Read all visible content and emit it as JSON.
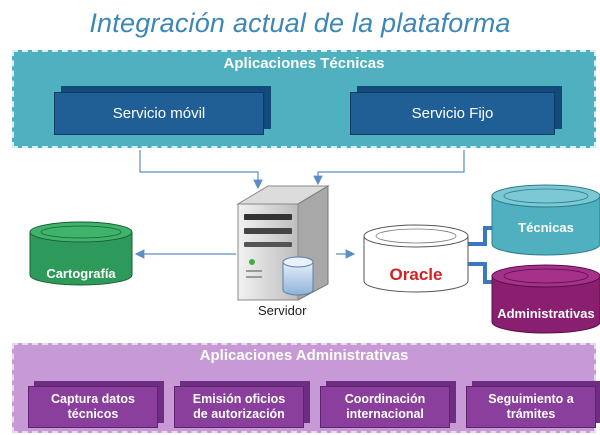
{
  "title": "Integración actual de la plataforma",
  "tech_panel": {
    "title": "Aplicaciones Técnicas",
    "services": [
      "Servicio móvil",
      "Servicio Fijo"
    ]
  },
  "server": {
    "label": "Servidor"
  },
  "databases": {
    "cartografia": "Cartografía",
    "oracle": "Oracle",
    "tecnicas": "Técnicas",
    "administrativas": "Administrativas"
  },
  "admin_panel": {
    "title": "Aplicaciones Administrativas",
    "apps": [
      {
        "line1": "Captura datos",
        "line2": "técnicos"
      },
      {
        "line1": "Emisión oficios",
        "line2": "de autorización"
      },
      {
        "line1": "Coordinación",
        "line2": "internacional"
      },
      {
        "line1": "Seguimiento a",
        "line2": "trámites"
      }
    ]
  },
  "colors": {
    "tech_panel": "#4fb0bf",
    "service_box": "#1f5f96",
    "cartografia_db": "#2e9a5a",
    "oracle_db": "#ffffff",
    "tecnicas_db": "#4fb0bf",
    "administrativas_db": "#8a1f6f",
    "admin_panel": "#c79ad6",
    "admin_app": "#8a3f9c",
    "oracle_text": "#d42020",
    "connectors": "#5b8ec4"
  }
}
